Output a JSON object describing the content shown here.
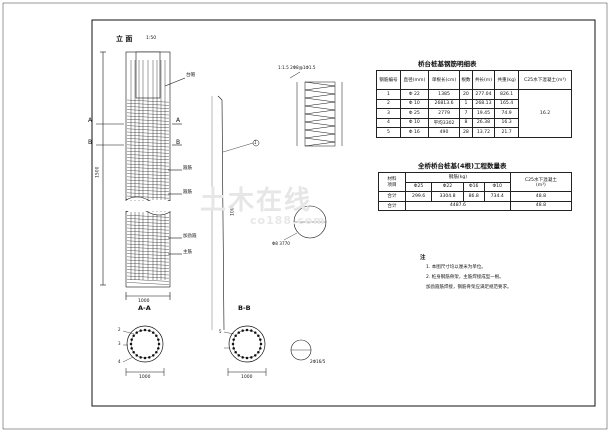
{
  "drawing": {
    "elevation_title": "立 面",
    "elevation_scale": "1:50",
    "section_a_mark": "A",
    "section_b_mark": "B",
    "section_aa_title": "A-A",
    "section_bb_title": "B-B",
    "label_top_rebar": "台帽",
    "label_hoop1": "箍筋",
    "label_hoop2": "箍筋",
    "label_bar_list": "主筋",
    "label_cage": "加劲箍",
    "dim_bottom": "1000",
    "dim_aa": "1000",
    "dim_bb": "1000",
    "dim_length": "1500",
    "dim_spiral_len": "1000",
    "spiral_note": "1:1.5 2Φ8@1Φ1.5",
    "hoop_note": "Φ8 3770",
    "circle_note": "2Φ16/5",
    "rebar_callouts": [
      "1",
      "2",
      "3",
      "4",
      "5"
    ]
  },
  "table1": {
    "title": "桥台桩基钢筋明细表",
    "headers": [
      "钢筋编号",
      "直径(mm)",
      "单根长(cm)",
      "根数",
      "共长(m)",
      "共重(kg)",
      "C25水下混凝土(m³)"
    ],
    "rows": [
      [
        "1",
        "Φ 22",
        "1385",
        "20",
        "277.04",
        "826.1"
      ],
      [
        "2",
        "Φ 10",
        "26813.6",
        "1",
        "268.13",
        "165.4"
      ],
      [
        "3",
        "Φ 25",
        "2779",
        "7",
        "19.45",
        "74.9"
      ],
      [
        "4",
        "Φ 10",
        "平均3302",
        "8",
        "26.38",
        "16.3"
      ],
      [
        "5",
        "Φ 16",
        "490",
        "28",
        "13.72",
        "21.7"
      ]
    ],
    "concrete": "16.2"
  },
  "table2": {
    "title": "全桥桥台桩基(4根)工程数量表",
    "header_material": "材料",
    "header_item": "项目",
    "header_steel": "钢筋(kg)",
    "header_concrete": "C25水下混凝土",
    "concrete_unit": "(m³)",
    "sub_headers": [
      "Φ25",
      "Φ22",
      "Φ16",
      "Φ10"
    ],
    "rows": [
      [
        "合计",
        "299.6",
        "3304.8",
        "86.8",
        "734.4",
        "48.8"
      ],
      [
        "合计",
        "4487.6",
        "",
        "",
        "",
        ""
      ]
    ]
  },
  "notes": {
    "title": "注",
    "items": [
      "1. 本图尺寸均以厘米为单位。",
      "2. 桩身钢筋骨架，主筋焊接成型一根。",
      "   加劲箍筋焊接，钢筋骨架应满足规范要求。"
    ]
  },
  "watermark": {
    "main": "土木在线",
    "sub": "co188.com"
  }
}
